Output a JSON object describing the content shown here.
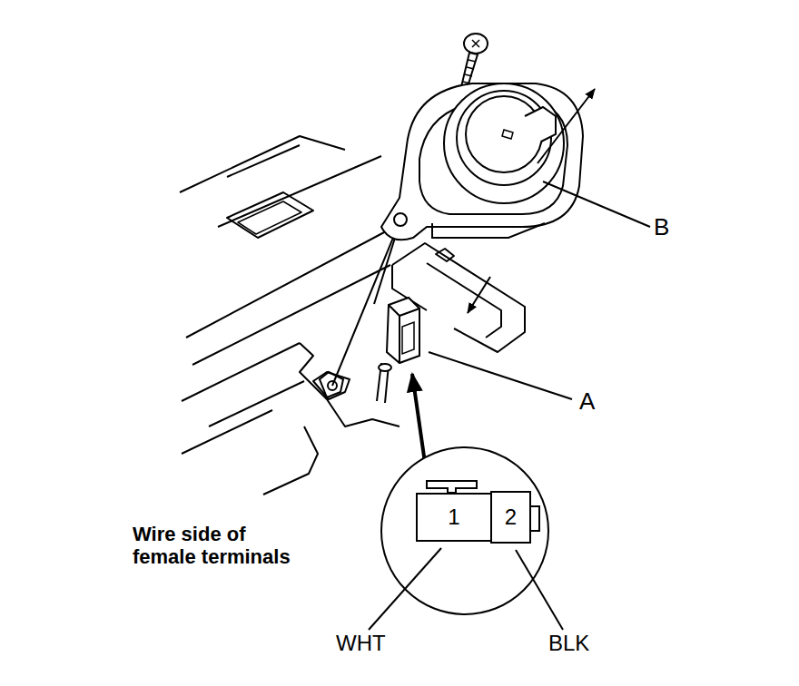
{
  "diagram": {
    "nodes": [
      {
        "text": [
          "1"
        ]
      },
      {
        "text": [
          "2"
        ]
      }
    ],
    "labels": [
      "B",
      "A",
      "Wire side of female terminals",
      "WHT",
      "BLK"
    ]
  }
}
